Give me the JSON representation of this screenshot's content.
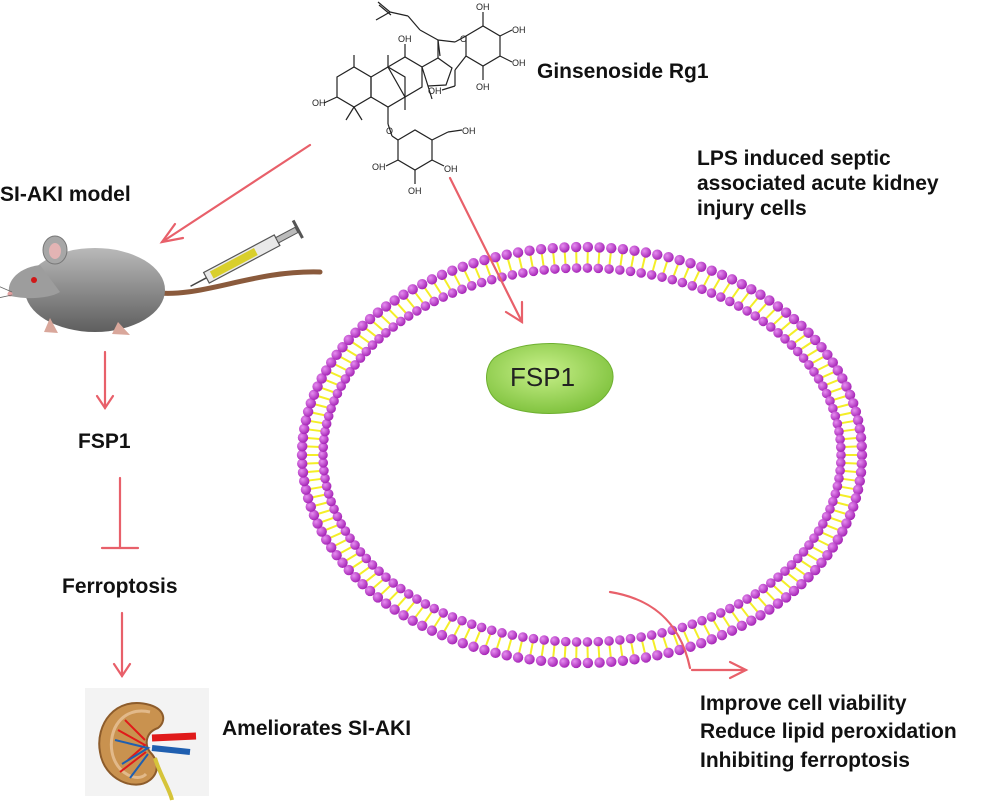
{
  "title": "",
  "labels": {
    "compound": "Ginsenoside Rg1",
    "model": "SI-AKI model",
    "fsp1_left": "FSP1",
    "ferroptosis": "Ferroptosis",
    "outcome": "Ameliorates SI-AKI",
    "cells_line1": "LPS induced septic",
    "cells_line2": "associated acute kidney",
    "cells_line3": "injury cells",
    "fsp1_cell": "FSP1",
    "effect1": "Improve cell viability",
    "effect2": "Reduce lipid peroxidation",
    "effect3": "Inhibiting ferroptosis",
    "oh": "OH",
    "o": "O"
  },
  "colors": {
    "arrow": "#e8606a",
    "head_lipid": "#c12fcf",
    "tail_lipid": "#f4ee27",
    "fsp1_blob": "#8fd44b",
    "kidney": "#c9924f",
    "artery": "#e01a1a",
    "vein": "#1f5fb0"
  },
  "icons": {
    "molecule": "ginsenoside-structure-icon",
    "mouse": "mouse-with-syringe-icon",
    "kidney": "kidney-icon",
    "membrane": "lipid-bilayer-cell-icon"
  }
}
